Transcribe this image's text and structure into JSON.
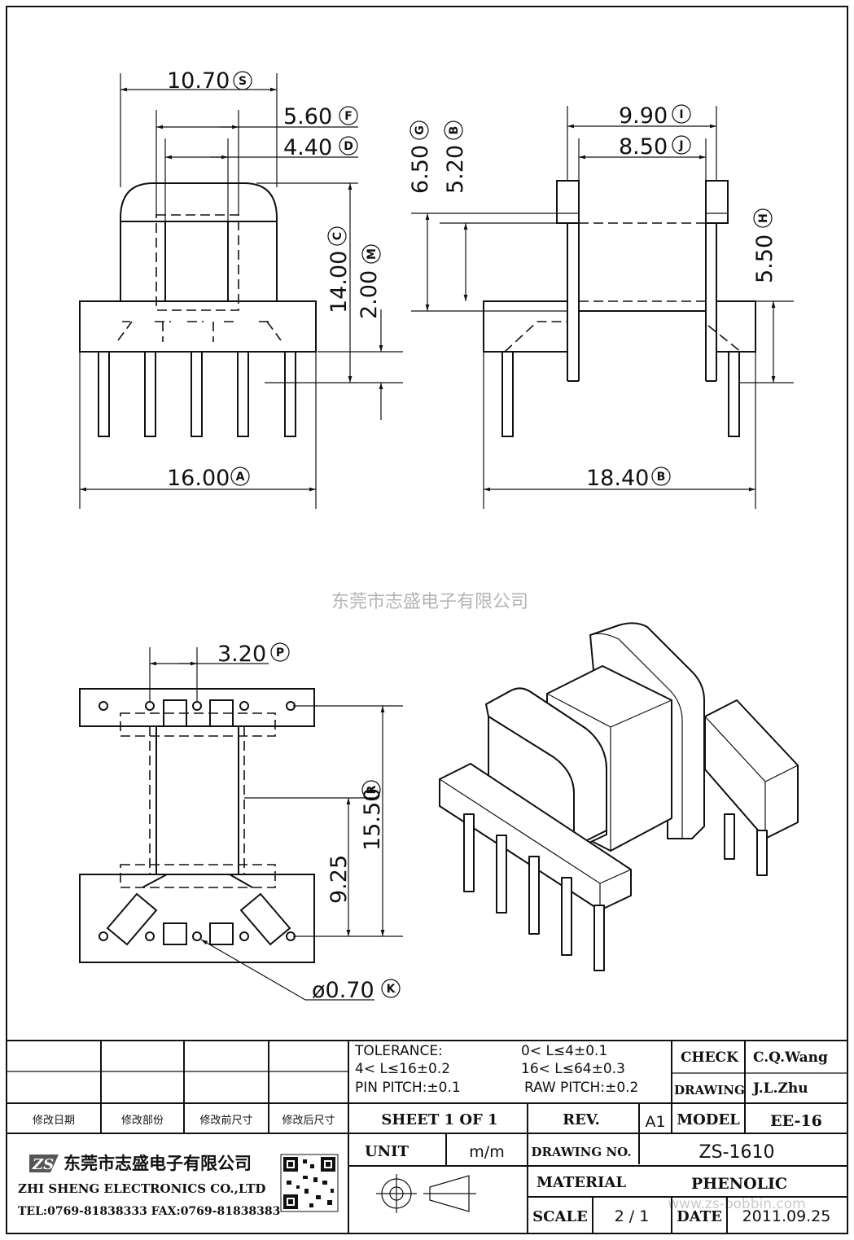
{
  "dimensions": {
    "S": "10.70",
    "F": "5.60",
    "D": "4.40",
    "C": "14.00",
    "M": "2.00",
    "A": "16.00",
    "I": "9.90",
    "J": "8.50",
    "G": "6.50",
    "B_top": "5.20",
    "H": "5.50",
    "B": "18.40",
    "P": "3.20",
    "R": "15.50",
    "pin_len": "9.25",
    "K": "ø0.70"
  },
  "letters": {
    "S": "S",
    "F": "F",
    "D": "D",
    "C": "C",
    "M": "M",
    "A": "A",
    "I": "I",
    "J": "J",
    "G": "G",
    "B": "B",
    "H": "H",
    "P": "P",
    "R": "R",
    "K": "K"
  },
  "watermark": "东莞市志盛电子有限公司",
  "title_block": {
    "revision_headers": [
      "修改日期",
      "修改部份",
      "修改前尺寸",
      "修改后尺寸"
    ],
    "tolerance_label": "TOLERANCE:",
    "tol_1": "0< L≤4±0.1",
    "tol_2": "4< L≤16±0.2",
    "tol_3": "16< L≤64±0.3",
    "pin_pitch": "PIN PITCH:±0.1",
    "raw_pitch": "RAW PITCH:±0.2",
    "check_label": "CHECK",
    "check_value": "C.Q.Wang",
    "drawing_label": "DRAWING",
    "drawing_value": "J.L.Zhu",
    "sheet": "SHEET 1 OF 1",
    "rev_label": "REV.",
    "rev_value": "A1",
    "model_label": "MODEL",
    "model_value": "EE-16",
    "unit_label": "UNIT",
    "unit_value": "m/m",
    "drawing_no_label": "DRAWING NO.",
    "drawing_no_value": "ZS-1610",
    "material_label": "MATERIAL",
    "material_value": "PHENOLIC",
    "scale_label": "SCALE",
    "scale_value": "2 / 1",
    "date_label": "DATE",
    "date_value": "2011.09.25",
    "company_cn": "东莞市志盛电子有限公司",
    "company_en": "ZHI SHENG ELECTRONICS CO.,LTD",
    "contact": "TEL:0769-81838333 FAX:0769-81838383",
    "logo_text": "ZS",
    "url_watermark": "www.zs-bobbin.com"
  }
}
